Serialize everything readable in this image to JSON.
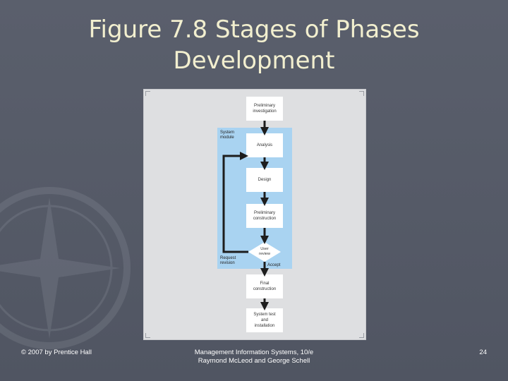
{
  "slide": {
    "title_line1": "Figure 7.8 Stages of Phases",
    "title_line2": "Development",
    "footer_left": "© 2007 by Prentice Hall",
    "footer_center_line1": "Management Information Systems, 10/e",
    "footer_center_line2": "Raymond McLeod and George Schell",
    "page_number": "24"
  },
  "diagram": {
    "module_label": "System\nmodule",
    "stages": {
      "preliminary_investigation": "Preliminary\ninvestigation",
      "analysis": "Analysis",
      "design": "Design",
      "preliminary_construction": "Preliminary\nconstruction",
      "user_review": "User\nreview",
      "final_construction": "Final\nconstruction",
      "system_test": "System test\nand\ninstallation"
    },
    "request_revision_label": "Request\nrevision",
    "accept_label": "Accept",
    "colors": {
      "module_fill": "#a9d3f1",
      "arrow": "#1d1d1d",
      "box_fill": "#ffffff",
      "panel": "#dedfe1"
    }
  }
}
